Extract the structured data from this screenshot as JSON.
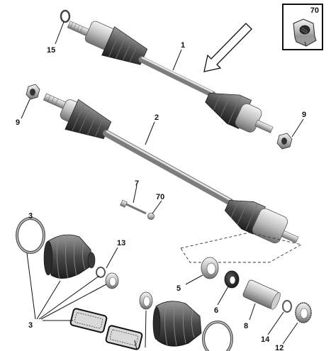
{
  "diagram": {
    "callouts": {
      "c1": "1",
      "c2": "2",
      "c3": "3",
      "c5": "5",
      "c6": "6",
      "c7": "7",
      "c8": "8",
      "c9_left": "9",
      "c9_right": "9",
      "c12": "12",
      "c13": "13",
      "c14": "14",
      "c15": "15",
      "c70_bolt": "70",
      "c70_box": "70"
    }
  }
}
